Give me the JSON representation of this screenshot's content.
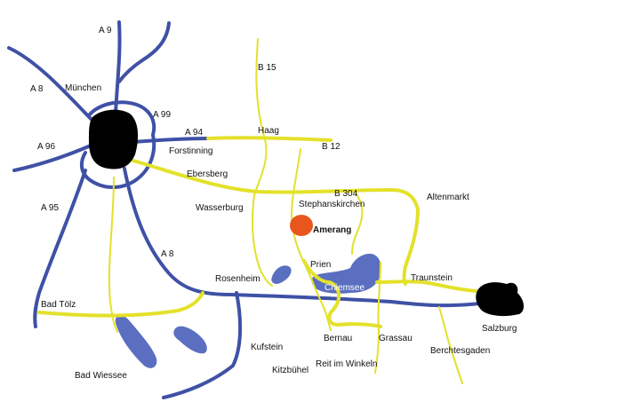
{
  "colors": {
    "motorway": "#3f51a6",
    "federal_road": "#e3e12a",
    "lake": "#5a6fc0",
    "city": "#000000",
    "highlight": "#e8561e",
    "background": "#ffffff"
  },
  "labels": {
    "a9": "A 9",
    "a8_west": "A 8",
    "muenchen": "München",
    "a99": "A 99",
    "a96": "A 96",
    "a94": "A 94",
    "forstinning": "Forstinning",
    "ebersberg": "Ebersberg",
    "a95": "A 95",
    "wasserburg": "Wasserburg",
    "b15": "B 15",
    "haag": "Haag",
    "b12": "B 12",
    "b304": "B 304",
    "stephanskirchen": "Stephanskirchen",
    "altenmarkt": "Altenmarkt",
    "amerang": "Amerang",
    "a8_east": "A 8",
    "prien": "Prien",
    "rosenheim": "Rosenheim",
    "chiemsee": "Chiemsee",
    "traunstein": "Traunstein",
    "bad_toelz": "Bad Tölz",
    "salzburg": "Salzburg",
    "bernau": "Bernau",
    "grassau": "Grassau",
    "kufstein": "Kufstein",
    "berchtesgaden": "Berchtesgaden",
    "bad_wiessee": "Bad Wiessee",
    "kitzbuehel": "Kitzbühel",
    "reit_im_winkeln": "Reit im Winkeln"
  }
}
